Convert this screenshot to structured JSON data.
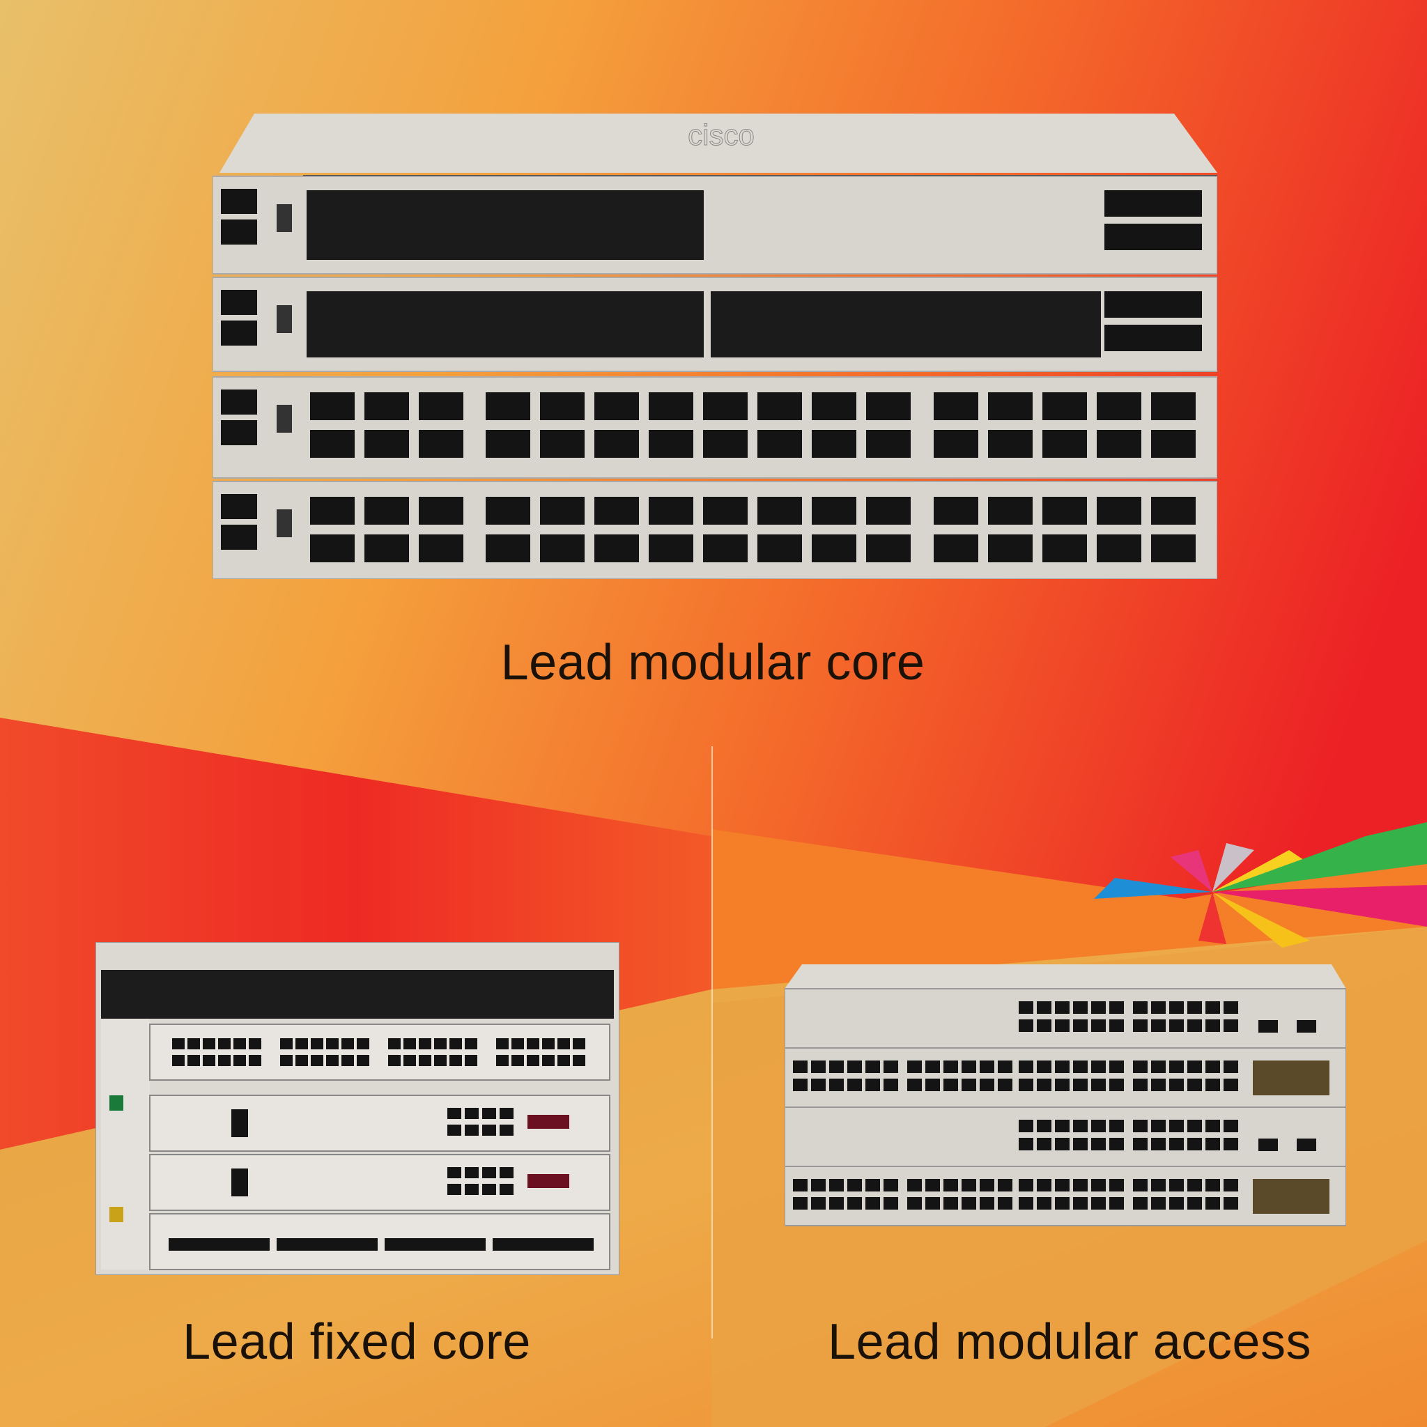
{
  "labels": {
    "top": "Lead modular core",
    "bottom_left": "Lead fixed core",
    "bottom_right": "Lead modular access"
  },
  "logo_text": "cisco",
  "colors": {
    "gold": "#e8b35a",
    "orange": "#f7892a",
    "red": "#ee2a25",
    "chassis": "#d9d6d0",
    "port": "#141414"
  }
}
